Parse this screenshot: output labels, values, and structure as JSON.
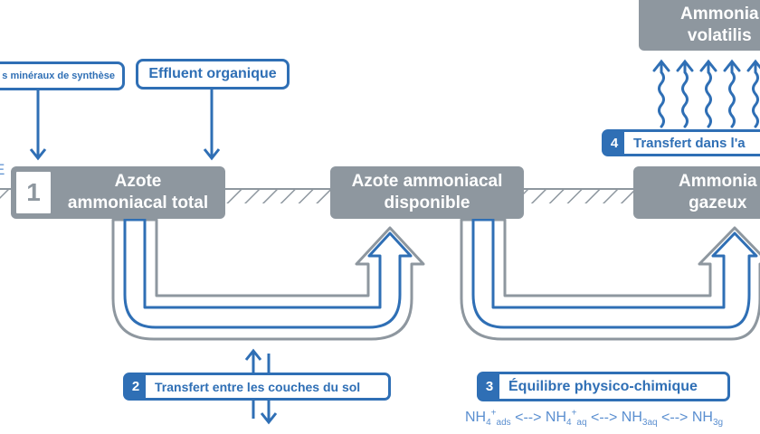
{
  "inputs": {
    "mineral": "s minéraux de synthèse",
    "organic": "Effluent organique"
  },
  "left_edge_mark": "E",
  "pools": {
    "total": {
      "number": "1",
      "line1": "Azote",
      "line2": "ammoniacal total"
    },
    "available": {
      "line1": "Azote ammoniacal",
      "line2": "disponible"
    },
    "gaseous": {
      "line1": "Ammonia",
      "line2": "gazeux"
    },
    "volatilised": {
      "line1": "Ammonia",
      "line2": "volatilis"
    }
  },
  "steps": {
    "s2": {
      "number": "2",
      "label": "Transfert entre les couches du sol"
    },
    "s3": {
      "number": "3",
      "label": "Équilibre physico-chimique"
    },
    "s4": {
      "number": "4",
      "label": "Transfert dans l'a"
    }
  },
  "equilibrium": {
    "t1": "NH",
    "t1_sub": "4",
    "t1_sup": "+",
    "t1_sub2": "ads",
    "sep1": "<-->",
    "t2": "NH",
    "t2_sub": "4",
    "t2_sup": "+",
    "t2_sub2": "aq",
    "sep2": "<-->",
    "t3": "NH",
    "t3_sub": "3aq",
    "sep3": "<-->",
    "t4": "NH",
    "t4_sub": "3g"
  },
  "colors": {
    "blue": "#2f6fb5",
    "grey": "#8e979f",
    "light_blue": "#5b8fd0"
  }
}
